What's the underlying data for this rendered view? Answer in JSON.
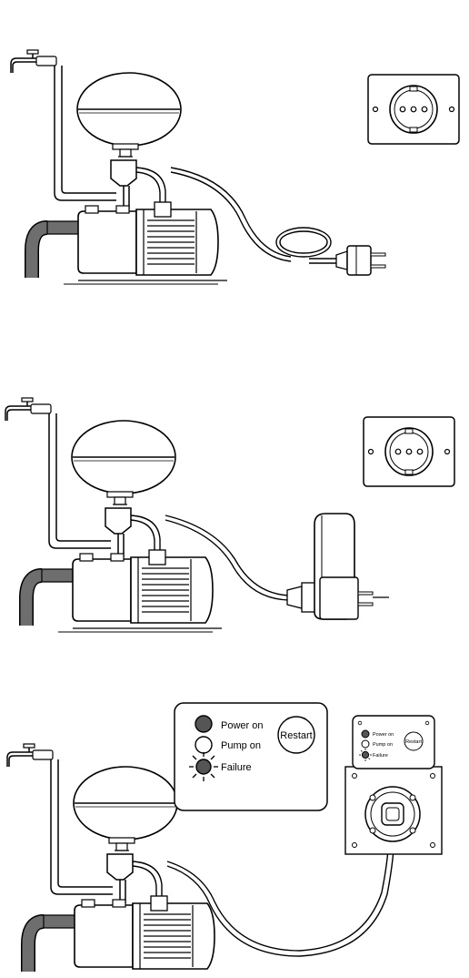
{
  "detail_panel": {
    "legend": [
      {
        "label": "Power on",
        "indicator": "power-on-light"
      },
      {
        "label": "Pump on",
        "indicator": "pump-on-light"
      },
      {
        "label": "Failure",
        "indicator": "failure-light"
      }
    ],
    "restart_label": "Restart"
  },
  "device_panel": {
    "legend": [
      {
        "label": "Power on"
      },
      {
        "label": "Pump on"
      },
      {
        "label": "Failure"
      }
    ],
    "restart_label": "Restart"
  },
  "colors": {
    "line": "#000000",
    "hose": "#6e6e6e",
    "background": "#ffffff"
  },
  "icons": [
    "tap-icon",
    "pressure-tank-icon",
    "pump-motor-icon",
    "wall-socket-icon",
    "plug-icon",
    "pressure-controller-icon"
  ]
}
